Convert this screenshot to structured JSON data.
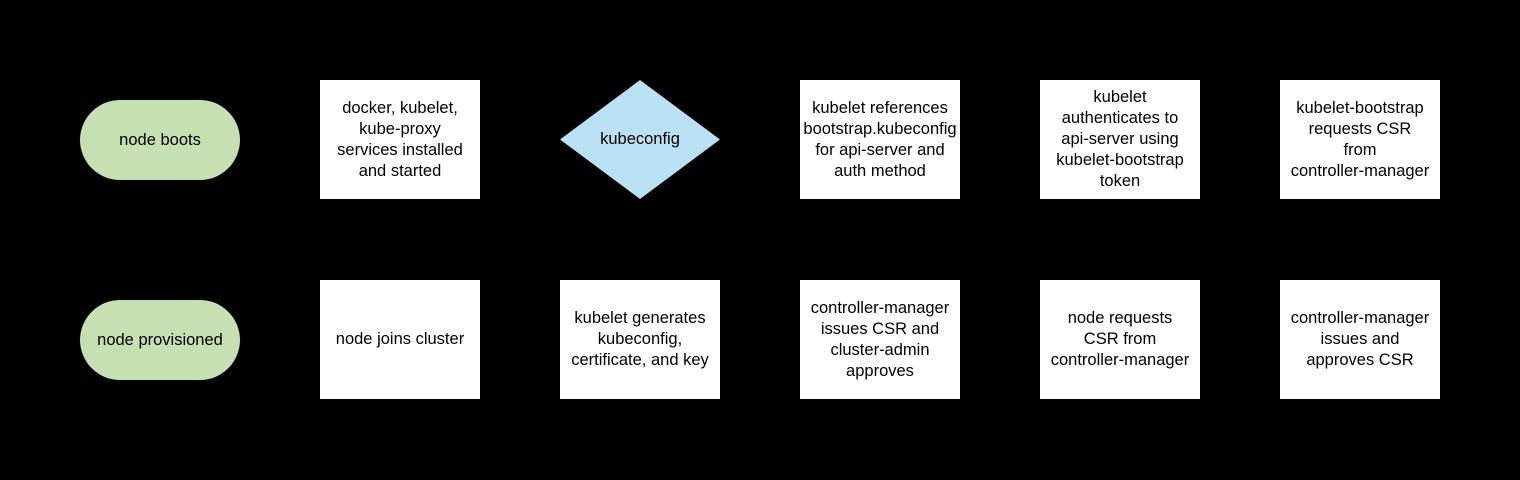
{
  "diagram": {
    "background": "#000000",
    "colors": {
      "terminal_fill": "#c6e0b4",
      "process_fill": "#ffffff",
      "decision_fill": "#bae0f3",
      "text": "#000000"
    },
    "nodes": {
      "node_boots": "node boots",
      "services_installed": "docker, kubelet,\nkube-proxy\nservices installed\nand started",
      "kubeconfig": "kubeconfig",
      "kubelet_references": "kubelet references\nbootstrap.kubeconfig\nfor api-server and\nauth method",
      "kubelet_authenticates": "kubelet\nauthenticates to\napi-server using\nkubelet-bootstrap\ntoken",
      "kubelet_bootstrap_requests": "kubelet-bootstrap\nrequests CSR\nfrom\ncontroller-manager",
      "node_provisioned": "node provisioned",
      "node_joins_cluster": "node joins cluster",
      "kubelet_generates": "kubelet generates\nkubeconfig,\ncertificate, and key",
      "controller_manager_issues": "controller-manager\nissues CSR and\ncluster-admin\napproves",
      "node_requests_csr": "node requests\nCSR from\ncontroller-manager",
      "controller_manager_approves": "controller-manager\nissues and\napproves CSR"
    }
  }
}
